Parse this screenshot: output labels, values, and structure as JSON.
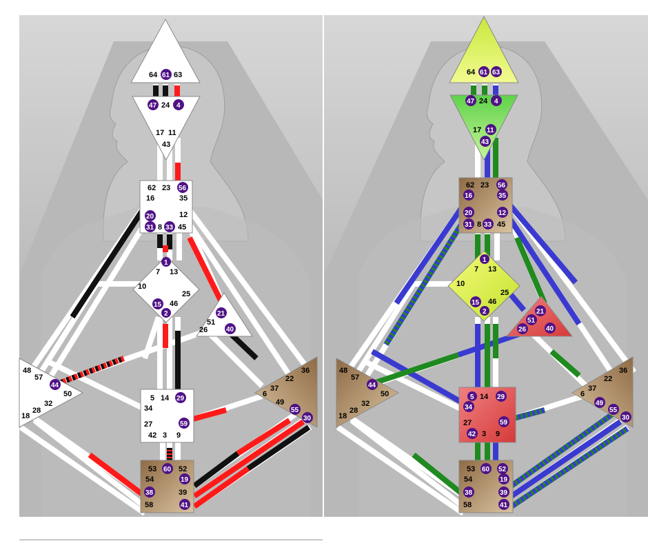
{
  "colors": {
    "background_grey": "#a9a9a9",
    "silhouette_grey": "#c9c9c9",
    "channel_white": "#ffffff",
    "design_red": "#ff1a1a",
    "personality_black": "#111111",
    "defined_blue": "#3a3ad0",
    "defined_green": "#1f8a1f",
    "gate_circle_purple": "#4f1286",
    "head_yellow": "#e8f560",
    "ajna_green": "#8ce85f",
    "g_center_yellow": "#dcf04a",
    "ego_red": "#e85a5a",
    "sacral_red": "#e04848",
    "motor_tan": "#a88560"
  },
  "charts": [
    {
      "name": "left-chart",
      "gates": {
        "head": [
          "64",
          "61",
          "63"
        ],
        "ajna": [
          "47",
          "24",
          "4",
          "17",
          "11",
          "43"
        ],
        "throat": [
          "62",
          "23",
          "56",
          "16",
          "35",
          "20",
          "12",
          "31",
          "8",
          "33",
          "45"
        ],
        "g": [
          "1",
          "7",
          "13",
          "10",
          "25",
          "15",
          "46",
          "2"
        ],
        "ego": [
          "21",
          "51",
          "26",
          "40"
        ],
        "spleen": [
          "48",
          "57",
          "44",
          "50",
          "32",
          "28",
          "18"
        ],
        "solar_plexus": [
          "36",
          "22",
          "6",
          "37",
          "49",
          "55",
          "30"
        ],
        "sacral": [
          "5",
          "14",
          "29",
          "34",
          "27",
          "59",
          "42",
          "3",
          "9"
        ],
        "root": [
          "53",
          "60",
          "52",
          "54",
          "19",
          "38",
          "39",
          "58",
          "41"
        ]
      }
    },
    {
      "name": "right-chart",
      "gates": {
        "head": [
          "64",
          "61",
          "63"
        ],
        "ajna": [
          "47",
          "24",
          "4",
          "17",
          "11",
          "43"
        ],
        "throat": [
          "62",
          "23",
          "56",
          "16",
          "35",
          "20",
          "12",
          "31",
          "8",
          "33",
          "45"
        ],
        "g": [
          "1",
          "7",
          "13",
          "10",
          "25",
          "15",
          "46",
          "2"
        ],
        "ego": [
          "21",
          "51",
          "26",
          "40"
        ],
        "spleen": [
          "48",
          "57",
          "44",
          "50",
          "32",
          "28",
          "18"
        ],
        "solar_plexus": [
          "36",
          "22",
          "6",
          "37",
          "49",
          "55",
          "30"
        ],
        "sacral": [
          "5",
          "14",
          "29",
          "34",
          "27",
          "59",
          "42",
          "3",
          "9"
        ],
        "root": [
          "53",
          "60",
          "52",
          "54",
          "19",
          "38",
          "39",
          "58",
          "41"
        ]
      }
    }
  ]
}
